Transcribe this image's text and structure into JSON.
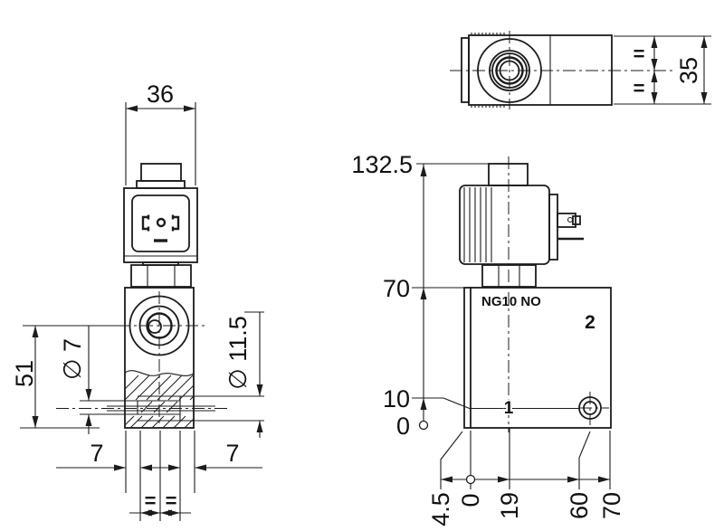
{
  "drawing": {
    "front_view": {
      "dim_coil_width": "36",
      "dim_height": "51",
      "dim_hole_small": "∅ 7",
      "dim_hole_large": "∅ 11.5",
      "dim_port_left": "7",
      "dim_port_right": "7",
      "equal_left": "=",
      "equal_right": "="
    },
    "top_view": {
      "dim_height": "35",
      "equal_top": "=",
      "equal_bottom": "="
    },
    "side_view": {
      "dim_total_height": "132.5",
      "dim_body_height": "70",
      "dim_port_height": "10",
      "datum_zero_left": "0",
      "label_model": "NG10 NO",
      "label_port_2": "2",
      "label_port_1": "1",
      "dim_offset_left": "4.5",
      "datum_zero_bottom": "0",
      "dim_axis_pos": "19",
      "dim_port_pos": "60",
      "dim_depth": "70"
    }
  },
  "colors": {
    "line": "#1c1c1c",
    "background": "#ffffff"
  }
}
